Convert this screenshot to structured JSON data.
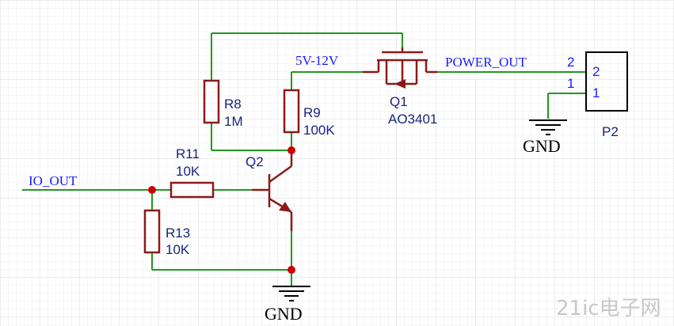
{
  "colors": {
    "wire": "#1f9a1f",
    "component": "#8b1a1a",
    "junction": "#cc0000",
    "label": "#1a237e",
    "net_label": "#1a1aff",
    "grid_minor": "#ececec",
    "grid_major": "#dcdcdc"
  },
  "components": {
    "R8": {
      "ref": "R8",
      "value": "1M"
    },
    "R9": {
      "ref": "R9",
      "value": "100K"
    },
    "R11": {
      "ref": "R11",
      "value": "10K"
    },
    "R13": {
      "ref": "R13",
      "value": "10K"
    },
    "Q1": {
      "ref": "Q1",
      "value": "AO3401"
    },
    "Q2": {
      "ref": "Q2"
    },
    "P2": {
      "ref": "P2",
      "pin_top": "2",
      "pin_bottom": "1"
    }
  },
  "net_labels": {
    "io_out": "IO_OUT",
    "supply": "5V-12V",
    "power_out": "POWER_OUT",
    "pin2": "2",
    "pin1": "1"
  },
  "gnd": {
    "label": "GND"
  },
  "watermark": {
    "text": "21ic电子网"
  }
}
